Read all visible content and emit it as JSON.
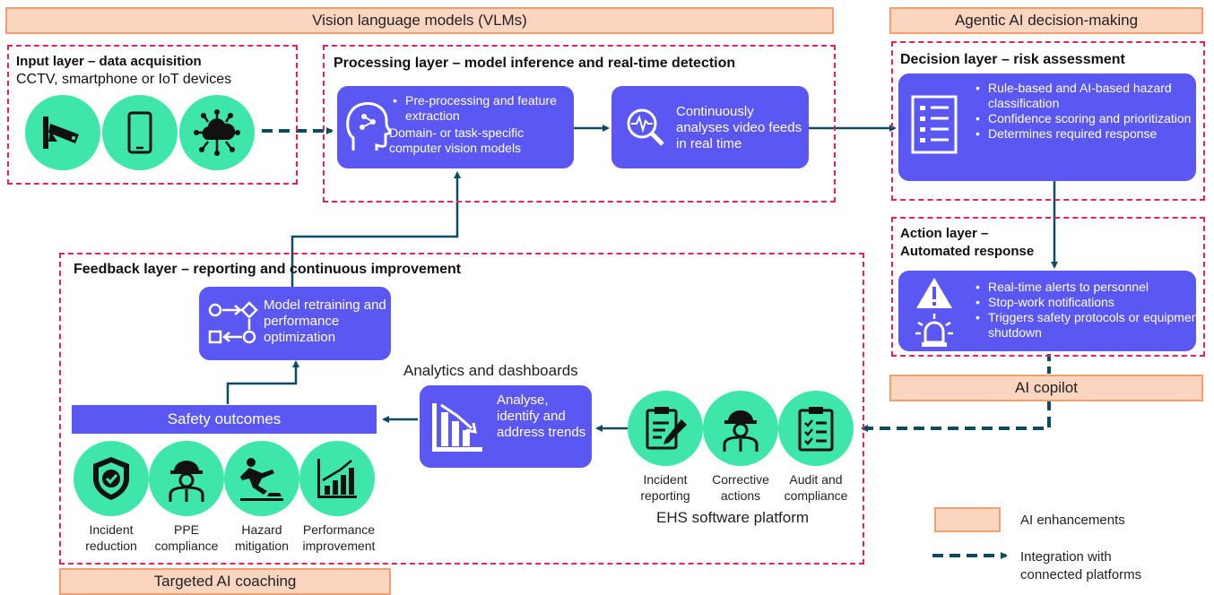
{
  "banners": {
    "vlm": "Vision language models (VLMs)",
    "agentic": "Agentic AI decision-making",
    "copilot": "AI copilot",
    "coaching": "Targeted AI coaching"
  },
  "input_layer": {
    "title": "Input layer – data acquisition",
    "subtitle": "CCTV, smartphone or IoT devices",
    "icons": [
      "cctv-camera-icon",
      "smartphone-icon",
      "iot-cloud-icon"
    ]
  },
  "processing_layer": {
    "title": "Processing layer – model inference and real-time detection",
    "card1": {
      "icon": "brain-head-icon",
      "bullet1": "Pre-processing and feature extraction",
      "bullet2": "Domain- or task-specific computer vision models"
    },
    "card2": {
      "icon": "magnifier-waveform-icon",
      "text": "Continuously analyses video feeds in real time"
    }
  },
  "decision_layer": {
    "title": "Decision layer – risk assessment",
    "icon": "checklist-icon",
    "bullets": [
      "Rule-based and AI-based hazard classification",
      "Confidence scoring and prioritization",
      "Determines required response"
    ]
  },
  "action_layer": {
    "title_line1": "Action layer –",
    "title_line2": "Automated response",
    "icons": [
      "warning-icon",
      "siren-icon"
    ],
    "bullets": [
      "Real-time alerts to personnel",
      "Stop-work notifications",
      "Triggers safety protocols or equipment shutdown"
    ]
  },
  "feedback_layer": {
    "title": "Feedback layer – reporting and continuous improvement",
    "retraining": {
      "icon": "workflow-icon",
      "text": "Model retraining and performance optimization"
    },
    "analytics": {
      "label": "Analytics and dashboards",
      "icon": "declining-chart-icon",
      "text": "Analyse, identify and address trends"
    },
    "safety_outcomes": {
      "label": "Safety outcomes",
      "items": [
        {
          "icon": "shield-check-icon",
          "caption_line1": "Incident",
          "caption_line2": "reduction"
        },
        {
          "icon": "hardhat-worker-icon",
          "caption_line1": "PPE",
          "caption_line2": "compliance"
        },
        {
          "icon": "slip-fall-icon",
          "caption_line1": "Hazard",
          "caption_line2": "mitigation"
        },
        {
          "icon": "growth-chart-icon",
          "caption_line1": "Performance",
          "caption_line2": "improvement"
        }
      ]
    },
    "ehs": {
      "label": "EHS software platform",
      "items": [
        {
          "icon": "clipboard-pencil-icon",
          "caption_line1": "Incident",
          "caption_line2": "reporting"
        },
        {
          "icon": "hardhat-worker-icon",
          "caption_line1": "Corrective",
          "caption_line2": "actions"
        },
        {
          "icon": "clipboard-checklist-icon",
          "caption_line1": "Audit and",
          "caption_line2": "compliance"
        }
      ]
    }
  },
  "legend": {
    "ai_enhancements": "AI enhancements",
    "integration_line1": "Integration with",
    "integration_line2": "connected platforms"
  },
  "colors": {
    "card": "#5b57f2",
    "icon_circle": "#3ee6a9",
    "banner_fill": "#fbd5bf",
    "banner_border": "#f0a070",
    "dashed_border": "#e0245e",
    "connector": "#0d4b63"
  }
}
